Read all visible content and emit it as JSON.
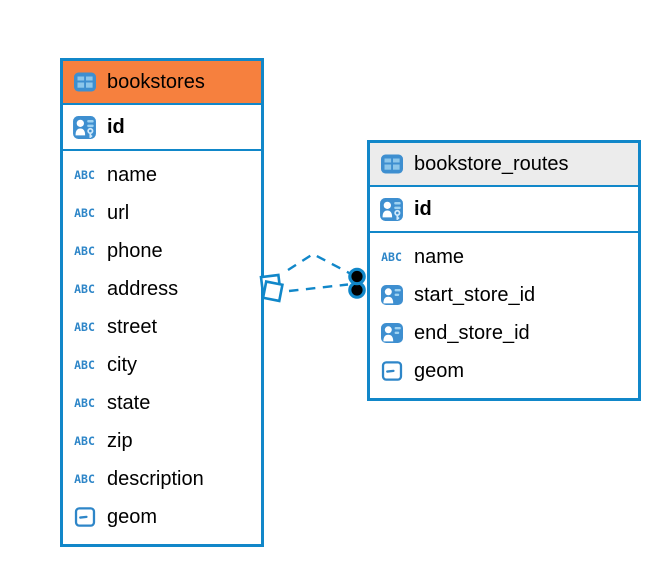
{
  "diagram_type": "entity-relationship",
  "tables": [
    {
      "name": "bookstores",
      "header_color": "#F6803E",
      "primary_key": {
        "name": "id",
        "type": "primary-key"
      },
      "columns": [
        {
          "name": "name",
          "type": "text"
        },
        {
          "name": "url",
          "type": "text"
        },
        {
          "name": "phone",
          "type": "text"
        },
        {
          "name": "address",
          "type": "text"
        },
        {
          "name": "street",
          "type": "text"
        },
        {
          "name": "city",
          "type": "text"
        },
        {
          "name": "state",
          "type": "text"
        },
        {
          "name": "zip",
          "type": "text"
        },
        {
          "name": "description",
          "type": "text"
        },
        {
          "name": "geom",
          "type": "geometry"
        }
      ]
    },
    {
      "name": "bookstore_routes",
      "header_color": "#ECECEC",
      "primary_key": {
        "name": "id",
        "type": "primary-key"
      },
      "columns": [
        {
          "name": "name",
          "type": "text"
        },
        {
          "name": "start_store_id",
          "type": "foreign-key"
        },
        {
          "name": "end_store_id",
          "type": "foreign-key"
        },
        {
          "name": "geom",
          "type": "geometry"
        }
      ]
    }
  ],
  "relationship": {
    "between": [
      "bookstores",
      "bookstore_routes"
    ],
    "lines": 2,
    "style": "dashed"
  },
  "icons": {
    "text_type_label": "ABC"
  },
  "colors": {
    "table_border": "#1187C9",
    "bookstores_header": "#F6803E",
    "routes_header": "#ECECEC",
    "icon_blue": "#3E8FD0",
    "icon_blue_light": "#9FD3F2",
    "connector": "#1187C9",
    "text": "#000000"
  }
}
